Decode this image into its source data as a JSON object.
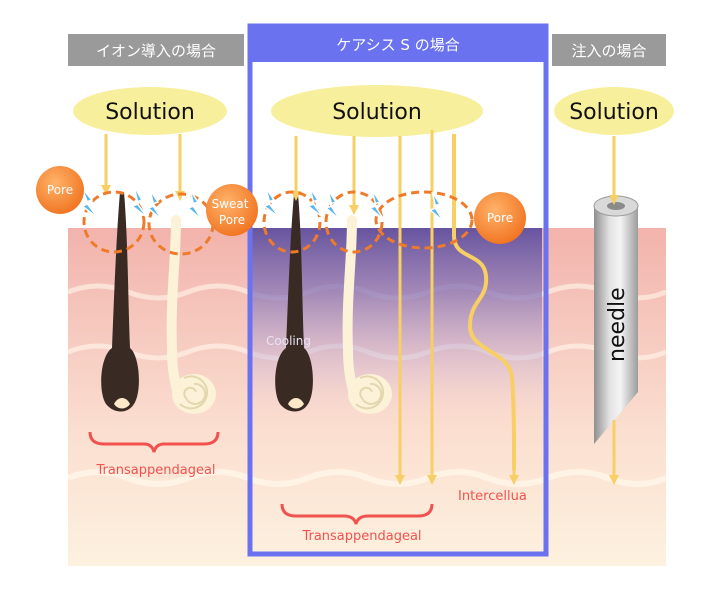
{
  "headers": {
    "ion": "イオン導入の場合",
    "caresys": "ケアシス S の場合",
    "injection": "注入の場合"
  },
  "solution_label": "Solution",
  "labels": {
    "pore": "Pore",
    "sweat_pore_line1": "Sweat",
    "sweat_pore_line2": "Pore",
    "transappendageal": "Transappendageal",
    "intercellular": "Intercellua",
    "cooling": "Cooling",
    "needle": "needle"
  },
  "colors": {
    "header_gray": "#9a9a9a",
    "highlight_frame": "#6a72f0",
    "solution_ellipse": "#f8ef9c",
    "arrow": "#f7cf64",
    "pore_ball": "#f58a2c",
    "spark": "#59b7ec",
    "dash_circle": "#ef7b2a",
    "brace_red": "#f0524f",
    "cooling_purple": "#6c5ea9"
  },
  "icons": [
    "spark-icon",
    "pore-ball-icon",
    "hair-follicle-icon",
    "sweat-gland-icon",
    "needle-icon",
    "arrow-icon"
  ]
}
